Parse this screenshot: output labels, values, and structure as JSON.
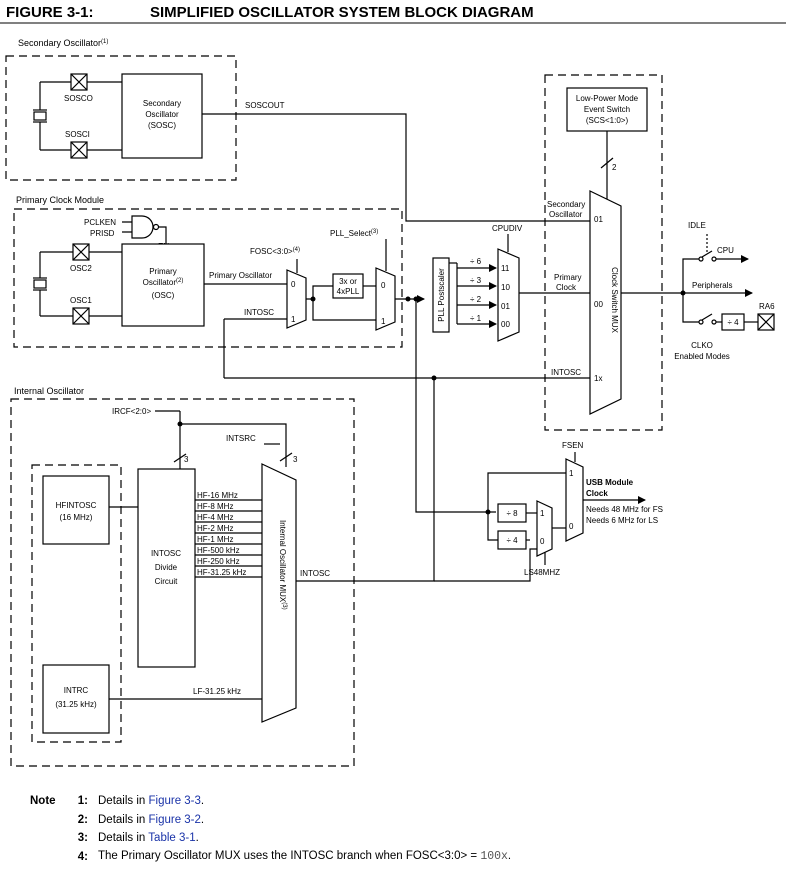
{
  "figure": {
    "number": "FIGURE 3-1:",
    "title": "SIMPLIFIED OSCILLATOR SYSTEM BLOCK DIAGRAM"
  },
  "secondary": {
    "region_label": "Secondary Oscillator",
    "region_sup": "(1)",
    "pin_top": "SOSCO",
    "pin_bottom": "SOSCI",
    "block_lines": [
      "Secondary",
      "Oscillator",
      "(SOSC)"
    ],
    "out_label": "SOSCOUT"
  },
  "primary": {
    "region_label": "Primary Clock Module",
    "pclken": "PCLKEN",
    "prisd": "PRISD",
    "en": "EN",
    "pin_top": "OSC2",
    "pin_bottom": "OSC1",
    "block_line1": "Primary",
    "block_line2": "Oscillator",
    "block_sup": "(2)",
    "block_line3": "(OSC)",
    "out_label": "Primary Oscillator",
    "fosc": "FOSC<3:0>",
    "fosc_sup": "(4)",
    "pll_select": "PLL_Select",
    "pll_select_sup": "(3)",
    "pll_lines": [
      "3x or",
      "4xPLL"
    ],
    "intosc_label": "INTOSC",
    "mux_in0": "0",
    "mux_in1": "1",
    "pllmux_in0": "0",
    "pllmux_in1": "1"
  },
  "postscaler": {
    "label": "PLL Postscaler",
    "cpudiv": "CPUDIV",
    "dividers": [
      "÷ 6",
      "÷ 3",
      "÷ 2",
      "÷ 1"
    ],
    "mux_inputs": [
      "11",
      "10",
      "01",
      "00"
    ]
  },
  "clock_switch": {
    "lp_lines": [
      "Low-Power Mode",
      "Event Switch",
      "(SCS<1:0>)"
    ],
    "bus_width": "2",
    "sec_label_lines": [
      "Secondary",
      "Oscillator"
    ],
    "sec_in": "01",
    "pri_label_lines": [
      "Primary",
      "Clock"
    ],
    "pri_in": "00",
    "intosc_label": "INTOSC",
    "intosc_in": "1x",
    "mux_label": "Clock Switch MUX"
  },
  "outputs": {
    "idle": "IDLE",
    "cpu": "CPU",
    "peripherals": "Peripherals",
    "ra6": "RA6",
    "div4": "÷ 4",
    "clko_lines": [
      "CLKO",
      "Enabled Modes"
    ]
  },
  "internal": {
    "region_label": "Internal Oscillator",
    "irc": "IRCF<2:0>",
    "irc_width": "3",
    "intsrc": "INTSRC",
    "intsrc_width": "3",
    "hfintosc_lines": [
      "HFINTOSC",
      "(16 MHz)"
    ],
    "intrc_lines": [
      "INTRC",
      "(31.25 kHz)"
    ],
    "divide_lines": [
      "INTOSC",
      "Divide",
      "Circuit"
    ],
    "taps": [
      "HF-16 MHz",
      "HF-8 MHz",
      "HF-4 MHz",
      "HF-2 MHz",
      "HF-1 MHz",
      "HF-500 kHz",
      "HF-250 kHz",
      "HF-31.25 kHz"
    ],
    "lf_label": "LF-31.25 kHz",
    "mux_label": "Internal Oscillator MUX",
    "mux_sup": "(3)",
    "out_label": "INTOSC"
  },
  "usb": {
    "fsen": "FSEN",
    "title_lines": [
      "USB Module",
      "Clock"
    ],
    "needs_lines": [
      "Needs 48 MHz for FS",
      "Needs 6 MHz for LS"
    ],
    "div8": "÷ 8",
    "div4": "÷ 4",
    "ls48": "LS48MHZ",
    "mux1_in1": "1",
    "mux1_in0": "0",
    "mux2_in1": "1",
    "mux2_in0": "0"
  },
  "notes": {
    "heading": "Note",
    "items": [
      {
        "num": "1:",
        "prefix": "Details in ",
        "link": "Figure 3-3",
        "suffix": ".",
        "code": ""
      },
      {
        "num": "2:",
        "prefix": "Details in ",
        "link": "Figure 3-2",
        "suffix": ".",
        "code": ""
      },
      {
        "num": "3:",
        "prefix": "Details in ",
        "link": "Table 3-1",
        "suffix": ".",
        "code": ""
      },
      {
        "num": "4:",
        "prefix": "The Primary Oscillator MUX uses the INTOSC branch when FOSC<3:0> = ",
        "link": "",
        "suffix": ".",
        "code": "100x"
      }
    ]
  },
  "colors": {
    "link": "#1a33a8",
    "line": "#000000",
    "code": "#555555"
  }
}
